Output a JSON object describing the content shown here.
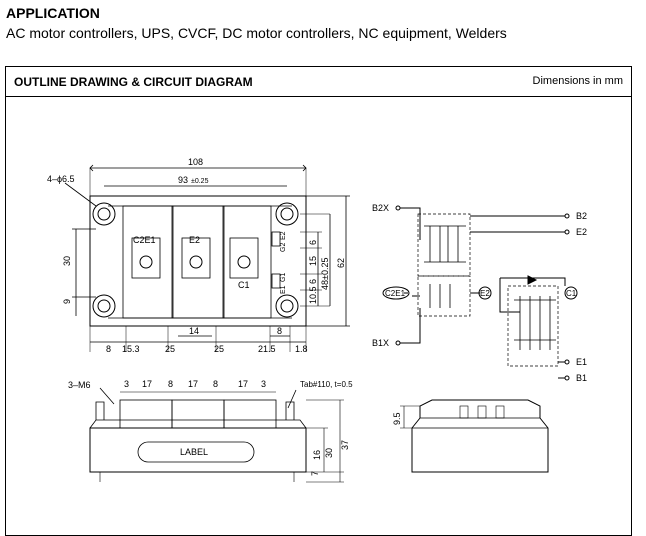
{
  "application": {
    "heading": "APPLICATION",
    "text": "AC motor controllers, UPS, CVCF, DC motor controllers, NC equipment, Welders"
  },
  "outline": {
    "title": "OUTLINE DRAWING & CIRCUIT DIAGRAM",
    "dimensions_note": "Dimensions in mm"
  },
  "top_view": {
    "dim_overall": "108",
    "dim_pitch": "93",
    "dim_pitch_tol": "±0.25",
    "hole_label": "4–ϕ6.5",
    "terminal_c2e1": "C2E1",
    "terminal_e2": "E2",
    "terminal_c1": "C1",
    "dim_30": "30",
    "dim_9": "9",
    "dim_14": "14",
    "dim_8_right": "8",
    "bottom_dims": [
      "8",
      "15.3",
      "25",
      "25",
      "21.5",
      "1.8"
    ],
    "right_dims": [
      "6",
      "15",
      "6",
      "10.5",
      "48±0.25",
      "62"
    ],
    "tab_labels": [
      "E2",
      "G2",
      "G1",
      "E1"
    ]
  },
  "side_view": {
    "screw_label": "3–M6",
    "top_dims": [
      "3",
      "17",
      "8",
      "17",
      "8",
      "17",
      "3"
    ],
    "tab_label": "Tab#110, t=0.5",
    "label_text": "LABEL",
    "right_dims": [
      "16",
      "30",
      "37",
      "7"
    ]
  },
  "end_view": {
    "dim": "9.5"
  },
  "circuit": {
    "b2x": "B2X",
    "b1x": "B1X",
    "b2": "B2",
    "e2_out": "E2",
    "e1": "E1",
    "b1": "B1",
    "c2e1": "C2E1",
    "e2_circle": "E2",
    "c1_circle": "C1"
  }
}
